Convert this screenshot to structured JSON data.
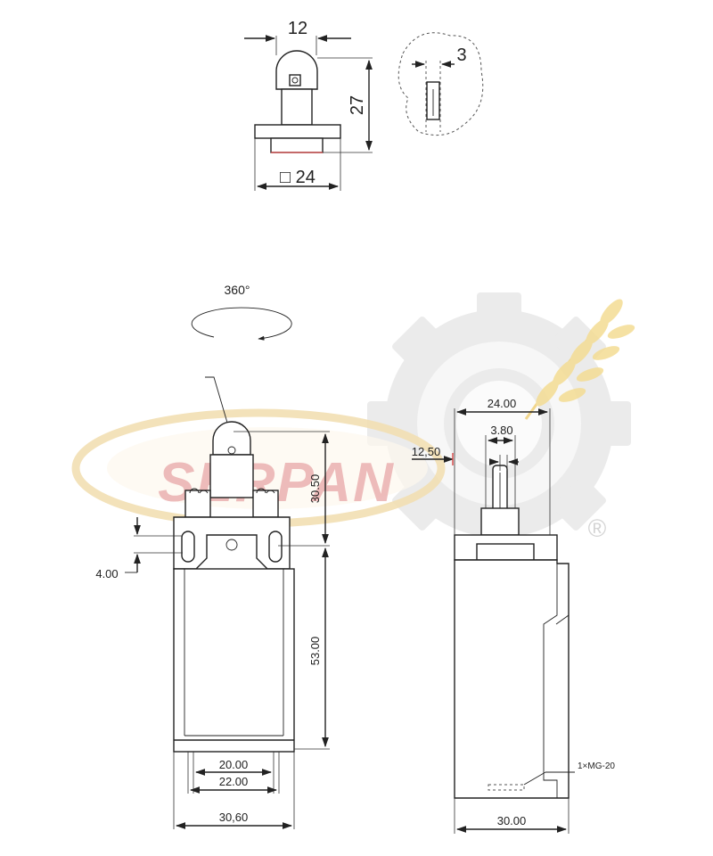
{
  "watermark": {
    "brand": "SERPAN",
    "registered_mark": "®",
    "colors": {
      "gear": "#e9e9e9",
      "brand_red": "#e7a7a7",
      "swoosh": "#f2d9a0",
      "wheat": "#f3d98c"
    }
  },
  "top_view": {
    "dim_roller_width": "12",
    "dim_height": "27",
    "dim_base": "□ 24",
    "dim_detail_thickness": "3"
  },
  "front_view": {
    "rotation_label": "360°",
    "dim_head_height": "30.50",
    "dim_body_height": "53.00",
    "dim_slot": "4.00",
    "dim_inner_20": "20.00",
    "dim_inner_22": "22.00",
    "dim_width": "30,60"
  },
  "side_view": {
    "dim_head_width": "24.00",
    "dim_roller": "3.80",
    "dim_offset": "12,50",
    "dim_width": "30.00",
    "cable_gland": "1×MG-20"
  },
  "colors": {
    "line": "#222222",
    "accent_red": "#d64545",
    "background": "#ffffff"
  }
}
